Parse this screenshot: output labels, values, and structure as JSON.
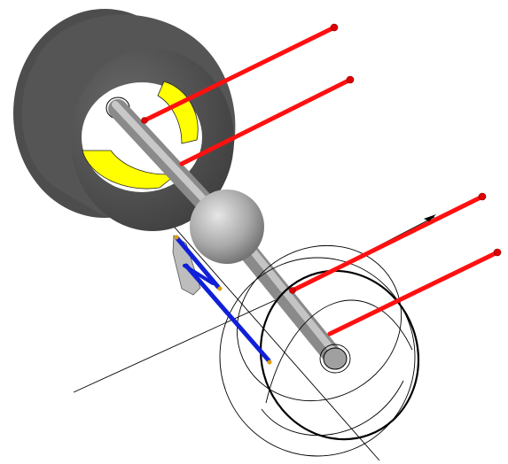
{
  "colors": {
    "background": "#ffffff",
    "tire_dark": "#4a4a4a",
    "tire_side": "#5c5c5c",
    "rim_yellow": "#ffff00",
    "axle_gray": "#a9a9a9",
    "axle_highlight": "#d0d0d0",
    "control_rod_red": "#ff1010",
    "rod_end_red": "#dd0000",
    "link_blue": "#1020d8",
    "joint_orange": "#e0a000",
    "wire_black": "#000000",
    "bracket_gray": "#bdbdbd"
  },
  "scene": {
    "description_components": [
      "left-wheel-tire",
      "wheel-rim",
      "rear-axle-housing",
      "differential-housing",
      "upper-control-rods",
      "lower-control-rods",
      "panhard-link",
      "right-wheel-wireframe"
    ]
  }
}
